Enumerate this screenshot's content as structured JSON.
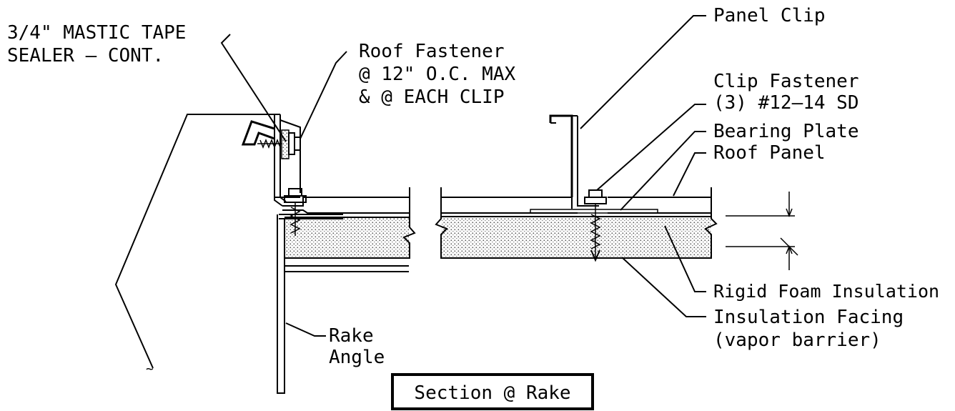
{
  "labels": {
    "mastic_tape_1": "3/4\" MASTIC TAPE",
    "mastic_tape_2": "SEALER – CONT.",
    "roof_fastener_1": "Roof Fastener",
    "roof_fastener_2": "@ 12\" O.C. MAX",
    "roof_fastener_3": "& @ EACH CLIP",
    "panel_clip": "Panel Clip",
    "clip_fastener_1": "Clip Fastener",
    "clip_fastener_2": "(3) #12–14 SD",
    "bearing_plate": "Bearing Plate",
    "roof_panel": "Roof Panel",
    "rigid_foam": "Rigid Foam Insulation",
    "insulation_facing_1": "Insulation Facing",
    "insulation_facing_2": "(vapor barrier)",
    "rake_angle_1": "Rake",
    "rake_angle_2": "Angle",
    "title": "Section @ Rake"
  }
}
